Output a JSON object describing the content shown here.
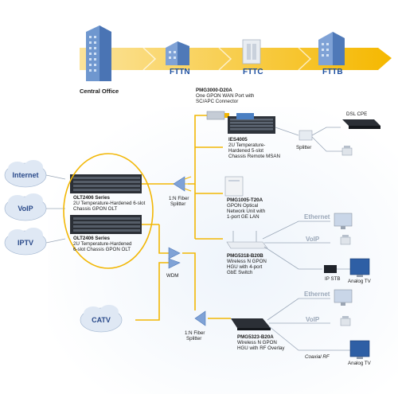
{
  "top_flow": {
    "central_office": "Central Office",
    "fttn": "FTTN",
    "fttc": "FTTC",
    "fttb": "FTTB"
  },
  "services": {
    "internet": "Internet",
    "voip": "VoIP",
    "iptv": "IPTV",
    "catv": "CATV"
  },
  "olt": {
    "top_model": "OLT2406 Series",
    "top_desc": "2U Temperature-Hardened 6-slot Chassis GPON OLT",
    "bottom_model": "OLT2406 Series",
    "bottom_desc_1": "2U Temperature-Hardened",
    "bottom_desc_2": "6-slot Chassis GPON OLT"
  },
  "splitter1": {
    "line1": "1:N Fiber",
    "line2": "Splitter"
  },
  "wdm": "WDM",
  "splitter2": {
    "line1": "1:N Fiber",
    "line2": "Splitter"
  },
  "pmg3000": {
    "model": "PMG3000-D20A",
    "desc_1": "One GPON WAN Port with",
    "desc_2": "SC/APC Connector"
  },
  "ies4005": {
    "model": "IES4005",
    "desc_1": "2U Temperature-",
    "desc_2": "Hardened 5-slot",
    "desc_3": "Chassis Remote MSAN"
  },
  "splitter_small": "Splitter",
  "dsl_cpe": "DSL CPE",
  "pmg1005": {
    "model": "PMG1005-T20A",
    "desc_1": "GPON Optical",
    "desc_2": "Network Unit with",
    "desc_3": "1-port GE LAN"
  },
  "pmg5318": {
    "model": "PMG5318-B20B",
    "desc_1": "Wireless N GPON",
    "desc_2": "HGU with 4-port",
    "desc_3": "GbE Switch"
  },
  "pmg5323": {
    "model": "PMG5323-B20A",
    "desc_1": "Wireless N GPON",
    "desc_2": "HGU with RF Overlay"
  },
  "lanes": {
    "ethernet_1": "Ethernet",
    "voip_1": "VoIP",
    "ethernet_2": "Ethernet",
    "voip_2": "VoIP"
  },
  "devices": {
    "ip_stb": "IP STB",
    "analog_tv_1": "Analog TV",
    "coaxial_rf": "Coaxial RF",
    "analog_tv_2": "Analog TV"
  },
  "colors": {
    "fiber": "#f2b705",
    "cloud": "#e3ecf7",
    "arrow": "#f7c52a",
    "lane_label": "#9aa7b8"
  }
}
